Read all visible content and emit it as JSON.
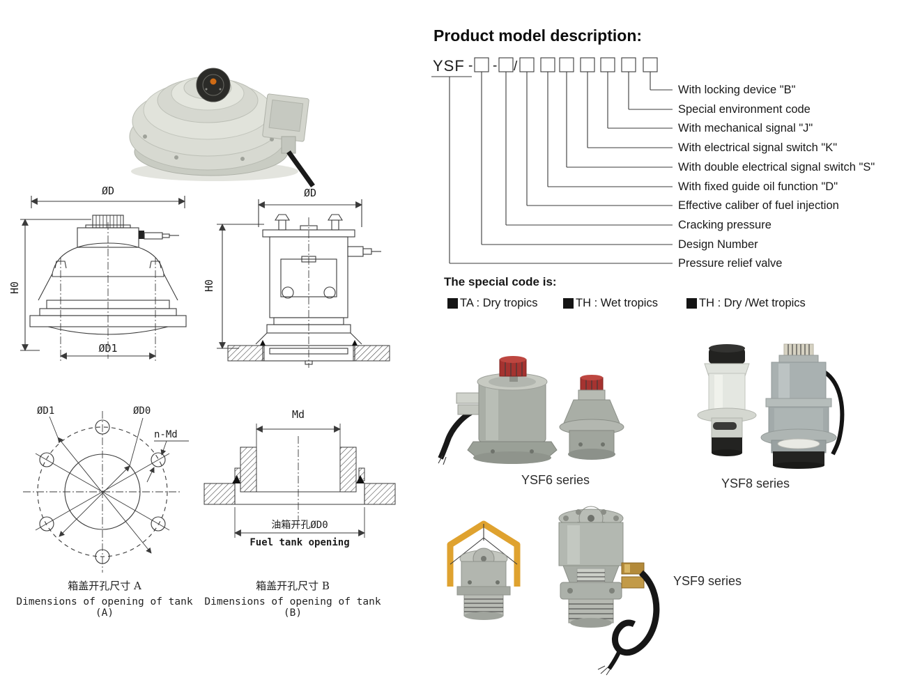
{
  "title": "Product model description:",
  "model_code": {
    "prefix": "YSF",
    "sep1": "-",
    "sep2": "-",
    "sep3": "/",
    "labels": [
      "With locking device \"B\"",
      "Special environment code",
      "With mechanical signal \"J\"",
      "With electrical signal switch \"K\"",
      "With double electrical signal switch \"S\"",
      "With fixed guide oil function \"D\"",
      "Effective caliber of fuel injection",
      "Cracking pressure",
      "Design Number",
      "Pressure relief valve"
    ]
  },
  "special_code": {
    "heading": "The special code is:",
    "items": [
      {
        "label": "TA : Dry tropics"
      },
      {
        "label": "TH : Wet tropics"
      },
      {
        "label": "TH : Dry /Wet tropics"
      }
    ],
    "bullet_icon": "black-square"
  },
  "drawings": {
    "front_view": {
      "dim_diameter": "ØD",
      "dim_height": "H0",
      "dim_bolt_circle": "ØD1"
    },
    "side_view": {
      "dim_diameter": "ØD",
      "dim_height": "H0"
    },
    "bolt_pattern": {
      "dim_bolt_circle": "ØD1",
      "dim_opening": "ØD0",
      "dim_thread": "n-Md",
      "caption_zh": "箱盖开孔尺寸 A",
      "caption_en": "Dimensions of opening of tank (A)"
    },
    "flange_section": {
      "dim_thread": "Md",
      "dim_opening_zh": "油箱开孔ØD0",
      "dim_opening_en": "Fuel tank opening",
      "caption_zh": "箱盖开孔尺寸 B",
      "caption_en": "Dimensions of opening of tank (B)"
    }
  },
  "products": {
    "ysf6": "YSF6 series",
    "ysf8": "YSF8 series",
    "ysf9": "YSF9 series"
  },
  "colors": {
    "red_cap": "#a53330",
    "yellow_bracket": "#dfa22f",
    "line": "#3a3a3a"
  }
}
